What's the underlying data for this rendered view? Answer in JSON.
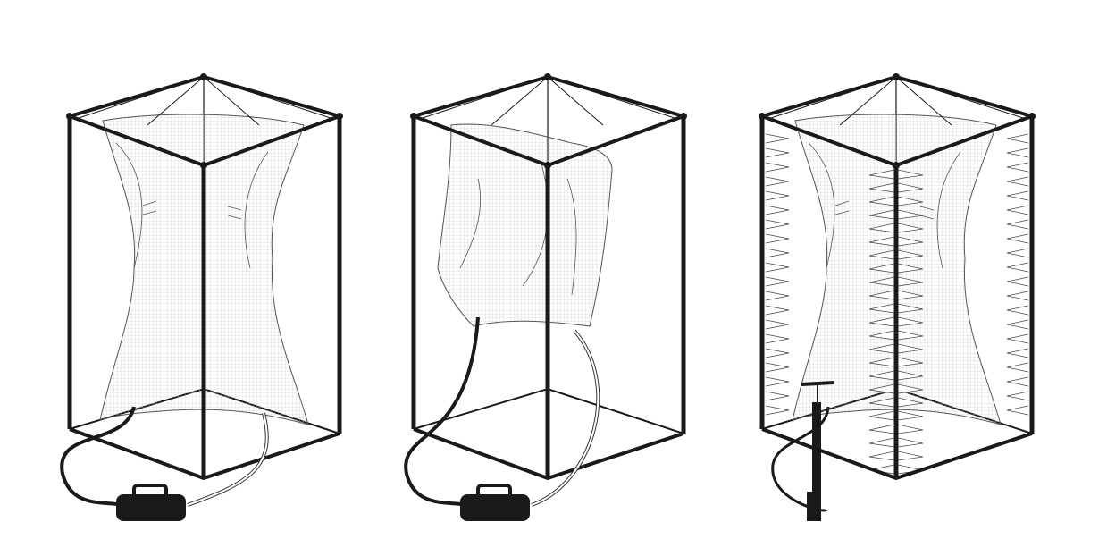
{
  "colors": {
    "background": "#ffffff",
    "frame": "#1a1a1a",
    "bag_fill": "#e9eef0",
    "bag_stroke": "#555555",
    "spike": "#444444"
  },
  "panels": [
    {
      "name": "panel-inflated-bag-with-blower",
      "bag": "inflated",
      "device": "blower-icon",
      "spikes": false
    },
    {
      "name": "panel-deflated-bag-with-blower",
      "bag": "deflated",
      "device": "blower-icon",
      "spikes": false
    },
    {
      "name": "panel-inflated-bag-with-hand-pump-and-spikes",
      "bag": "inflated",
      "device": "hand-pump-icon",
      "spikes": true
    }
  ]
}
